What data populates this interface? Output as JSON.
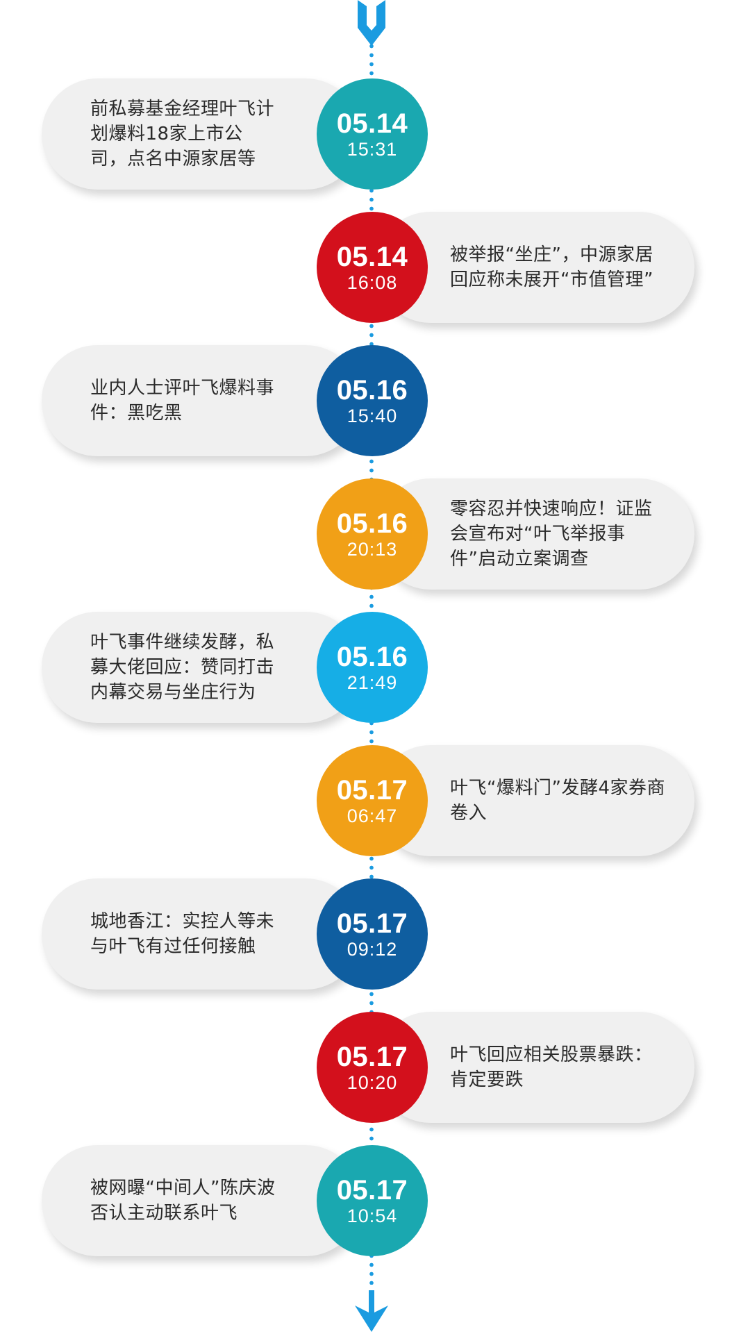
{
  "colors": {
    "teal": "#1aa8b0",
    "red": "#d3101c",
    "navy": "#0f5ea0",
    "orange": "#f1a017",
    "sky": "#16aee6",
    "spine": "#1a9be0",
    "bubble": "#f0f0f0"
  },
  "events": [
    {
      "date": "05.14",
      "time": "15:31",
      "side": "left",
      "color": "#1aa8b0",
      "text": "前私募基金经理叶飞计划爆料18家上市公司，点名中源家居等"
    },
    {
      "date": "05.14",
      "time": "16:08",
      "side": "right",
      "color": "#d3101c",
      "text": "被举报“坐庄”，中源家居回应称未展开“市值管理”"
    },
    {
      "date": "05.16",
      "time": "15:40",
      "side": "left",
      "color": "#0f5ea0",
      "text": "业内人士评叶飞爆料事件：黑吃黑"
    },
    {
      "date": "05.16",
      "time": "20:13",
      "side": "right",
      "color": "#f1a017",
      "text": "零容忍并快速响应！证监会宣布对“叶飞举报事件”启动立案调查"
    },
    {
      "date": "05.16",
      "time": "21:49",
      "side": "left",
      "color": "#16aee6",
      "text": "叶飞事件继续发酵，私募大佬回应：赞同打击内幕交易与坐庄行为"
    },
    {
      "date": "05.17",
      "time": "06:47",
      "side": "right",
      "color": "#f1a017",
      "text": "叶飞“爆料门”发酵4家券商卷入"
    },
    {
      "date": "05.17",
      "time": "09:12",
      "side": "left",
      "color": "#0f5ea0",
      "text": "城地香江：实控人等未与叶飞有过任何接触"
    },
    {
      "date": "05.17",
      "time": "10:20",
      "side": "right",
      "color": "#d3101c",
      "text": "叶飞回应相关股票暴跌：肯定要跌"
    },
    {
      "date": "05.17",
      "time": "10:54",
      "side": "left",
      "color": "#1aa8b0",
      "text": "被网曝“中间人”陈庆波否认主动联系叶飞"
    }
  ]
}
